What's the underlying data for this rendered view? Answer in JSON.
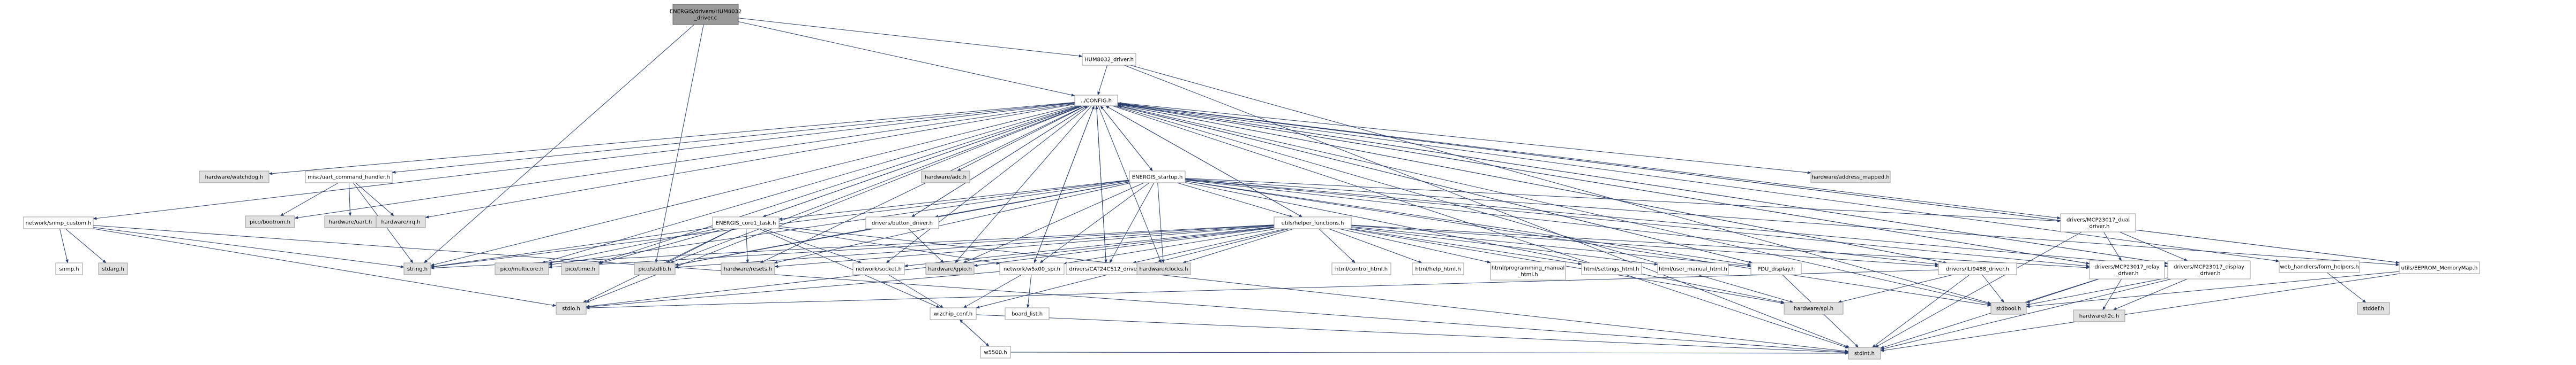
{
  "colors": {
    "edge": "#2a3e6d",
    "node_plain_fill": "#ffffff",
    "node_system_fill": "#e0e0e0",
    "node_root_fill": "#999999",
    "node_border": "#9a9a9a"
  },
  "nodes": [
    {
      "id": "root",
      "kind": "root",
      "lines": [
        "ENERGIS/drivers/HUM8032",
        "_driver.c"
      ]
    },
    {
      "id": "hum_h",
      "kind": "plain",
      "lines": [
        "HUM8032_driver.h"
      ]
    },
    {
      "id": "config",
      "kind": "plain",
      "lines": [
        "../CONFIG.h"
      ]
    },
    {
      "id": "watchdog",
      "kind": "sys",
      "lines": [
        "hardware/watchdog.h"
      ]
    },
    {
      "id": "uart_cmd",
      "kind": "plain",
      "lines": [
        "misc/uart_command_handler.h"
      ]
    },
    {
      "id": "adc",
      "kind": "sys",
      "lines": [
        "hardware/adc.h"
      ]
    },
    {
      "id": "addrmap",
      "kind": "sys",
      "lines": [
        "hardware/address_mapped.h"
      ]
    },
    {
      "id": "bootrom",
      "kind": "sys",
      "lines": [
        "pico/bootrom.h"
      ]
    },
    {
      "id": "uart",
      "kind": "sys",
      "lines": [
        "hardware/uart.h"
      ]
    },
    {
      "id": "irq",
      "kind": "sys",
      "lines": [
        "hardware/irq.h"
      ]
    },
    {
      "id": "startup",
      "kind": "plain",
      "lines": [
        "ENERGIS_startup.h"
      ]
    },
    {
      "id": "snmp_custom",
      "kind": "plain",
      "lines": [
        "network/snmp_custom.h"
      ]
    },
    {
      "id": "snmp",
      "kind": "plain",
      "lines": [
        "snmp.h"
      ]
    },
    {
      "id": "stdarg",
      "kind": "sys",
      "lines": [
        "stdarg.h"
      ]
    },
    {
      "id": "core1",
      "kind": "plain",
      "lines": [
        "ENERGIS_core1_task.h"
      ]
    },
    {
      "id": "button",
      "kind": "plain",
      "lines": [
        "drivers/button_driver.h"
      ]
    },
    {
      "id": "helper",
      "kind": "plain",
      "lines": [
        "utils/helper_functions.h"
      ]
    },
    {
      "id": "string",
      "kind": "sys",
      "lines": [
        "string.h"
      ]
    },
    {
      "id": "multicore",
      "kind": "sys",
      "lines": [
        "pico/multicore.h"
      ]
    },
    {
      "id": "picotime",
      "kind": "sys",
      "lines": [
        "pico/time.h"
      ]
    },
    {
      "id": "stdlib",
      "kind": "sys",
      "lines": [
        "pico/stdlib.h"
      ]
    },
    {
      "id": "resets",
      "kind": "sys",
      "lines": [
        "hardware/resets.h"
      ]
    },
    {
      "id": "socket",
      "kind": "plain",
      "lines": [
        "network/socket.h"
      ]
    },
    {
      "id": "gpio",
      "kind": "sys",
      "lines": [
        "hardware/gpio.h"
      ]
    },
    {
      "id": "w5x00",
      "kind": "plain",
      "lines": [
        "network/w5x00_spi.h"
      ]
    },
    {
      "id": "cat24",
      "kind": "plain",
      "lines": [
        "drivers/CAT24C512_driver.h"
      ]
    },
    {
      "id": "clocks",
      "kind": "sys",
      "lines": [
        "hardware/clocks.h"
      ]
    },
    {
      "id": "control_html",
      "kind": "plain",
      "lines": [
        "html/control_html.h"
      ]
    },
    {
      "id": "help_html",
      "kind": "plain",
      "lines": [
        "html/help_html.h"
      ]
    },
    {
      "id": "prog_html",
      "kind": "plain",
      "lines": [
        "html/programming_manual",
        "_html.h"
      ]
    },
    {
      "id": "settings_html",
      "kind": "plain",
      "lines": [
        "html/settings_html.h"
      ]
    },
    {
      "id": "user_html",
      "kind": "plain",
      "lines": [
        "html/user_manual_html.h"
      ]
    },
    {
      "id": "ili9488",
      "kind": "plain",
      "lines": [
        "drivers/ILI9488_driver.h"
      ]
    },
    {
      "id": "mcp_dual",
      "kind": "plain",
      "lines": [
        "drivers/MCP23017_dual",
        "_driver.h"
      ]
    },
    {
      "id": "mcp_relay",
      "kind": "plain",
      "lines": [
        "drivers/MCP23017_relay",
        "_driver.h"
      ]
    },
    {
      "id": "mcp_display",
      "kind": "plain",
      "lines": [
        "drivers/MCP23017_display",
        "_driver.h"
      ]
    },
    {
      "id": "form_helpers",
      "kind": "plain",
      "lines": [
        "web_handlers/form_helpers.h"
      ]
    },
    {
      "id": "eeprom_map",
      "kind": "plain",
      "lines": [
        "utils/EEPROM_MemoryMap.h"
      ]
    },
    {
      "id": "pdu_display",
      "kind": "plain",
      "lines": [
        "PDU_display.h"
      ]
    },
    {
      "id": "stdio",
      "kind": "sys",
      "lines": [
        "stdio.h"
      ]
    },
    {
      "id": "wizchip",
      "kind": "plain",
      "lines": [
        "wizchip_conf.h"
      ]
    },
    {
      "id": "board_list",
      "kind": "plain",
      "lines": [
        "board_list.h"
      ]
    },
    {
      "id": "w5500",
      "kind": "plain",
      "lines": [
        "w5500.h"
      ]
    },
    {
      "id": "spi",
      "kind": "sys",
      "lines": [
        "hardware/spi.h"
      ]
    },
    {
      "id": "i2c",
      "kind": "sys",
      "lines": [
        "hardware/i2c.h"
      ]
    },
    {
      "id": "stdbool",
      "kind": "sys",
      "lines": [
        "stdbool.h"
      ]
    },
    {
      "id": "stddef",
      "kind": "sys",
      "lines": [
        "stddef.h"
      ]
    },
    {
      "id": "stdint",
      "kind": "sys",
      "lines": [
        "stdint.h"
      ]
    }
  ],
  "edges": [
    [
      "root",
      "hum_h"
    ],
    [
      "root",
      "config"
    ],
    [
      "root",
      "string"
    ],
    [
      "root",
      "stdlib"
    ],
    [
      "hum_h",
      "config"
    ],
    [
      "hum_h",
      "stdint"
    ],
    [
      "hum_h",
      "stdbool"
    ],
    [
      "config",
      "watchdog"
    ],
    [
      "config",
      "uart_cmd"
    ],
    [
      "config",
      "adc"
    ],
    [
      "config",
      "addrmap"
    ],
    [
      "config",
      "startup"
    ],
    [
      "config",
      "snmp_custom"
    ],
    [
      "config",
      "core1"
    ],
    [
      "config",
      "button"
    ],
    [
      "config",
      "helper"
    ],
    [
      "config",
      "mcp_dual"
    ],
    [
      "config",
      "form_helpers"
    ],
    [
      "config",
      "eeprom_map"
    ],
    [
      "config",
      "string"
    ],
    [
      "config",
      "multicore"
    ],
    [
      "config",
      "picotime"
    ],
    [
      "config",
      "stdlib"
    ],
    [
      "config",
      "resets"
    ],
    [
      "config",
      "socket"
    ],
    [
      "config",
      "gpio"
    ],
    [
      "config",
      "w5x00"
    ],
    [
      "config",
      "cat24"
    ],
    [
      "config",
      "clocks"
    ],
    [
      "config",
      "ili9488"
    ],
    [
      "config",
      "mcp_relay"
    ],
    [
      "config",
      "mcp_display"
    ],
    [
      "config",
      "pdu_display"
    ],
    [
      "config",
      "spi"
    ],
    [
      "config",
      "stdbool"
    ],
    [
      "config",
      "stdint"
    ],
    [
      "config",
      "stdio"
    ],
    [
      "config",
      "irq"
    ],
    [
      "config",
      "bootrom"
    ],
    [
      "uart_cmd",
      "bootrom"
    ],
    [
      "uart_cmd",
      "uart"
    ],
    [
      "uart_cmd",
      "irq"
    ],
    [
      "uart_cmd",
      "string"
    ],
    [
      "startup",
      "config"
    ],
    [
      "startup",
      "core1"
    ],
    [
      "startup",
      "button"
    ],
    [
      "startup",
      "helper"
    ],
    [
      "startup",
      "mcp_dual"
    ],
    [
      "startup",
      "mcp_relay"
    ],
    [
      "startup",
      "mcp_display"
    ],
    [
      "startup",
      "eeprom_map"
    ],
    [
      "startup",
      "multicore"
    ],
    [
      "startup",
      "stdlib"
    ],
    [
      "startup",
      "gpio"
    ],
    [
      "startup",
      "w5x00"
    ],
    [
      "startup",
      "cat24"
    ],
    [
      "startup",
      "clocks"
    ],
    [
      "startup",
      "ili9488"
    ],
    [
      "startup",
      "spi"
    ],
    [
      "startup",
      "string"
    ],
    [
      "startup",
      "resets"
    ],
    [
      "startup",
      "pdu_display"
    ],
    [
      "startup",
      "stdbool"
    ],
    [
      "snmp_custom",
      "snmp"
    ],
    [
      "snmp_custom",
      "stdarg"
    ],
    [
      "snmp_custom",
      "string"
    ],
    [
      "snmp_custom",
      "stdio"
    ],
    [
      "snmp_custom",
      "stdint"
    ],
    [
      "core1",
      "config"
    ],
    [
      "core1",
      "string"
    ],
    [
      "core1",
      "multicore"
    ],
    [
      "core1",
      "picotime"
    ],
    [
      "core1",
      "stdlib"
    ],
    [
      "core1",
      "resets"
    ],
    [
      "core1",
      "socket"
    ],
    [
      "core1",
      "w5x00"
    ],
    [
      "core1",
      "clocks"
    ],
    [
      "core1",
      "stdio"
    ],
    [
      "core1",
      "wizchip"
    ],
    [
      "button",
      "config"
    ],
    [
      "button",
      "gpio"
    ],
    [
      "button",
      "stdlib"
    ],
    [
      "helper",
      "config"
    ],
    [
      "helper",
      "control_html"
    ],
    [
      "helper",
      "help_html"
    ],
    [
      "helper",
      "prog_html"
    ],
    [
      "helper",
      "settings_html"
    ],
    [
      "helper",
      "user_html"
    ],
    [
      "helper",
      "string"
    ],
    [
      "helper",
      "stdlib"
    ],
    [
      "helper",
      "multicore"
    ],
    [
      "helper",
      "socket"
    ],
    [
      "helper",
      "gpio"
    ],
    [
      "helper",
      "w5x00"
    ],
    [
      "helper",
      "cat24"
    ],
    [
      "helper",
      "clocks"
    ],
    [
      "helper",
      "resets"
    ],
    [
      "helper",
      "ili9488"
    ],
    [
      "helper",
      "pdu_display"
    ],
    [
      "helper",
      "spi"
    ],
    [
      "helper",
      "stdio"
    ],
    [
      "helper",
      "wizchip"
    ],
    [
      "helper",
      "mcp_relay"
    ],
    [
      "socket",
      "wizchip"
    ],
    [
      "w5x00",
      "config"
    ],
    [
      "w5x00",
      "wizchip"
    ],
    [
      "w5x00",
      "board_list"
    ],
    [
      "w5x00",
      "stdio"
    ],
    [
      "cat24",
      "config"
    ],
    [
      "cat24",
      "stdint"
    ],
    [
      "ili9488",
      "config"
    ],
    [
      "ili9488",
      "spi"
    ],
    [
      "ili9488",
      "stdbool"
    ],
    [
      "ili9488",
      "stdint"
    ],
    [
      "ili9488",
      "stdio"
    ],
    [
      "mcp_dual",
      "mcp_relay"
    ],
    [
      "mcp_dual",
      "mcp_display"
    ],
    [
      "mcp_dual",
      "stdint"
    ],
    [
      "mcp_relay",
      "config"
    ],
    [
      "mcp_relay",
      "i2c"
    ],
    [
      "mcp_relay",
      "stdint"
    ],
    [
      "mcp_relay",
      "stdbool"
    ],
    [
      "mcp_display",
      "config"
    ],
    [
      "mcp_display",
      "i2c"
    ],
    [
      "mcp_display",
      "stdint"
    ],
    [
      "mcp_display",
      "stdbool"
    ],
    [
      "form_helpers",
      "stddef"
    ],
    [
      "eeprom_map",
      "config"
    ],
    [
      "eeprom_map",
      "stdint"
    ],
    [
      "eeprom_map",
      "stdbool"
    ],
    [
      "pdu_display",
      "config"
    ],
    [
      "pdu_display",
      "stdint"
    ],
    [
      "wizchip",
      "w5500"
    ],
    [
      "wizchip",
      "stdint"
    ],
    [
      "w5500",
      "wizchip"
    ],
    [
      "w5500",
      "stdint"
    ]
  ]
}
